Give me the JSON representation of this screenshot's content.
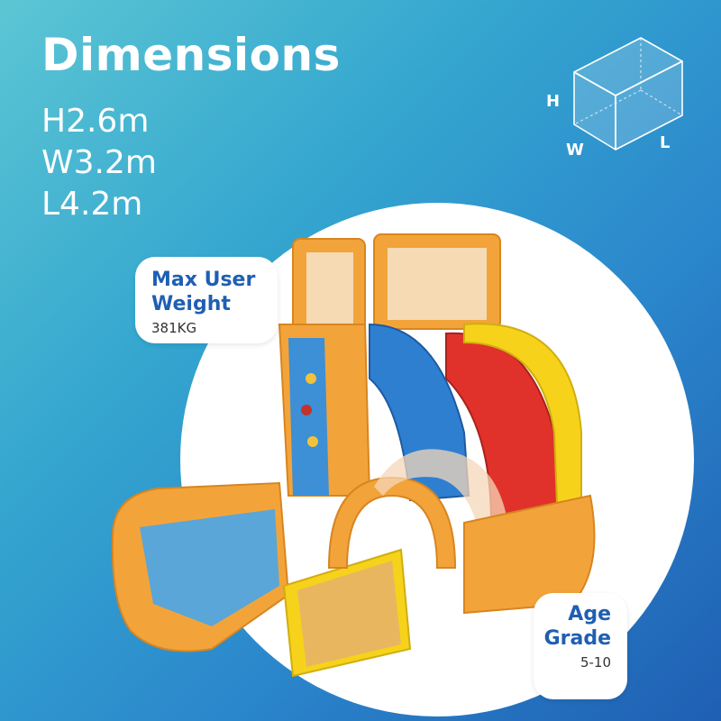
{
  "title": "Dimensions",
  "dimensions": {
    "height": "H2.6m",
    "width": "W3.2m",
    "length": "L4.2m"
  },
  "cube_icon": {
    "h_label": "H",
    "w_label": "W",
    "l_label": "L"
  },
  "callouts": {
    "max_user_weight": {
      "label_line1": "Max User",
      "label_line2": "Weight",
      "value": "381KG"
    },
    "age_grade": {
      "label_line1": "Age",
      "label_line2": "Grade",
      "value": "5-10"
    }
  },
  "colors": {
    "accent_blue": "#1f5fb3",
    "inflatable_orange": "#f2a43a",
    "slide_red": "#e0322b",
    "slide_yellow": "#f7d21b",
    "slide_blue": "#2f7fd1"
  }
}
